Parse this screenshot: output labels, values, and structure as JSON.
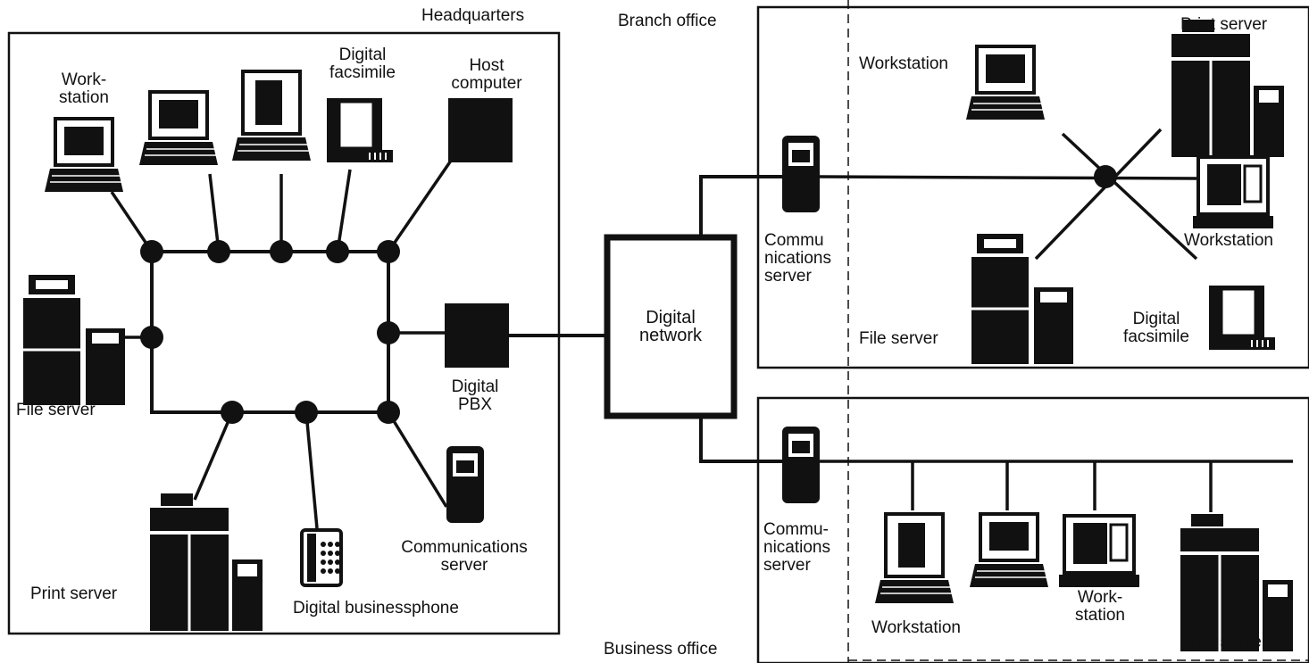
{
  "regions": {
    "headquarters": "Headquarters",
    "branch_office": "Branch office",
    "business_office": "Business office"
  },
  "network": {
    "center": "Digital\nnetwork",
    "pbx": "Digital\nPBX"
  },
  "hq": {
    "workstation": "Work-\nstation",
    "digital_facsimile": "Digital\nfacsimile",
    "host_computer": "Host\ncomputer",
    "file_server": "File server",
    "print_server": "Print server",
    "digital_businessphone": "Digital businessphone",
    "communications_server": "Communications\nserver"
  },
  "branch": {
    "workstation_left": "Workstation",
    "print_server": "Print server",
    "workstation_right": "Workstation",
    "communications_server": "Commu\nnications\nserver",
    "file_server": "File server",
    "digital_facsimile": "Digital\nfacsimile"
  },
  "business": {
    "communications_server": "Commu-\nnications\nserver",
    "workstation_a": "Workstation",
    "workstation_b": "Work-\nstation",
    "print_server": "Print server"
  }
}
